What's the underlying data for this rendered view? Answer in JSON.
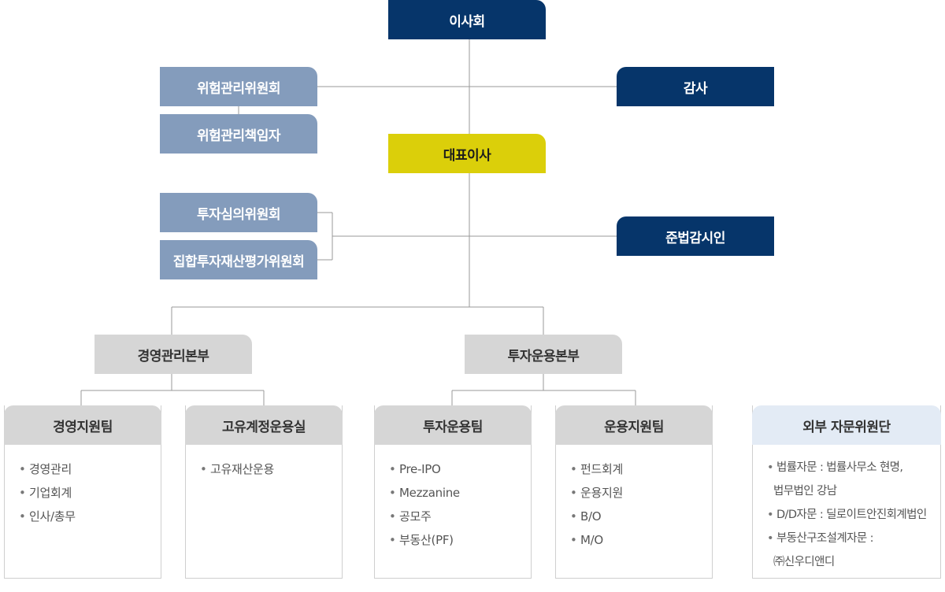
{
  "top": {
    "board": "이사회",
    "audit": "감사",
    "ceo": "대표이사",
    "compliance": "준법감시인"
  },
  "committees": {
    "risk_committee": "위험관리위원회",
    "risk_officer": "위험관리책임자",
    "investment_committee": "투자심의위원회",
    "valuation_committee": "집합투자재산평가위원회"
  },
  "divisions": {
    "management": "경영관리본부",
    "investment": "투자운용본부"
  },
  "teams": [
    {
      "title": "경영지원팀",
      "items": [
        "경영관리",
        "기업회계",
        "인사/총무"
      ]
    },
    {
      "title": "고유계정운용실",
      "items": [
        "고유재산운용"
      ]
    },
    {
      "title": "투자운용팀",
      "items": [
        "Pre-IPO",
        "Mezzanine",
        "공모주",
        "부동산(PF)"
      ]
    },
    {
      "title": "운용지원팀",
      "items": [
        "펀드회계",
        "운용지원",
        "B/O",
        "M/O"
      ]
    }
  ],
  "external": {
    "title": "외부 자문위원단",
    "lines": [
      "법률자문 : 법률사무소 현명,",
      "법무법인 강남",
      "D/D자문 : 딜로이트안진회계법인",
      "부동산구조설계자문 :",
      "㈜신우디앤디"
    ]
  },
  "colors": {
    "navy": "#06356a",
    "slate": "#849cbc",
    "yellow": "#dbcf0a",
    "grey": "#d6d6d6",
    "light_blue": "#e3ebf5"
  }
}
